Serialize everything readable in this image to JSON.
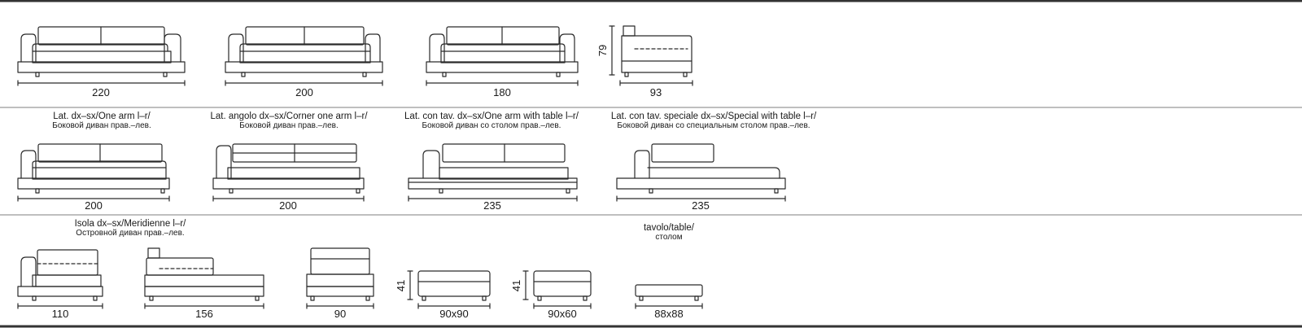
{
  "rows": [
    {
      "items": [
        {
          "name": "sofa-220",
          "dim": "220"
        },
        {
          "name": "sofa-200",
          "dim": "200"
        },
        {
          "name": "sofa-180",
          "dim": "180"
        },
        {
          "name": "end-module-93",
          "dim": "93",
          "height": "79"
        }
      ]
    },
    {
      "captions": [
        {
          "line1": "Lat. dx–sx/One arm l–r/",
          "line2": "Боковой диван прав.–лев."
        },
        {
          "line1": "Lat. angolo dx–sx/Corner one arm l–r/",
          "line2": "Боковой диван прав.–лев."
        },
        {
          "line1": "Lat. con tav. dx–sx/One arm with table l–r/",
          "line2": "Боковой диван со столом прав.–лев."
        },
        {
          "line1": "Lat. con tav. speciale dx–sx/Special with table l–r/",
          "line2": "Боковой диван со специальным столом прав.–лев."
        }
      ],
      "items": [
        {
          "name": "one-arm-200",
          "dim": "200"
        },
        {
          "name": "corner-one-arm-200",
          "dim": "200"
        },
        {
          "name": "one-arm-table-235",
          "dim": "235"
        },
        {
          "name": "special-table-235",
          "dim": "235"
        }
      ]
    },
    {
      "captions": [
        {
          "line1": "Isola dx–sx/Meridienne l–r/",
          "line2": "Островной диван прав.–лев."
        },
        {
          "line1": "tavolo/table/",
          "line2": "столом"
        }
      ],
      "items": [
        {
          "name": "meridienne-110",
          "dim": "110"
        },
        {
          "name": "meridienne-156",
          "dim": "156"
        },
        {
          "name": "armless-90",
          "dim": "90"
        },
        {
          "name": "pouf-90x90",
          "dim": "90x90",
          "height": "41"
        },
        {
          "name": "pouf-90x60",
          "dim": "90x60",
          "height": "41"
        },
        {
          "name": "table-88x88",
          "dim": "88x88"
        }
      ]
    }
  ]
}
